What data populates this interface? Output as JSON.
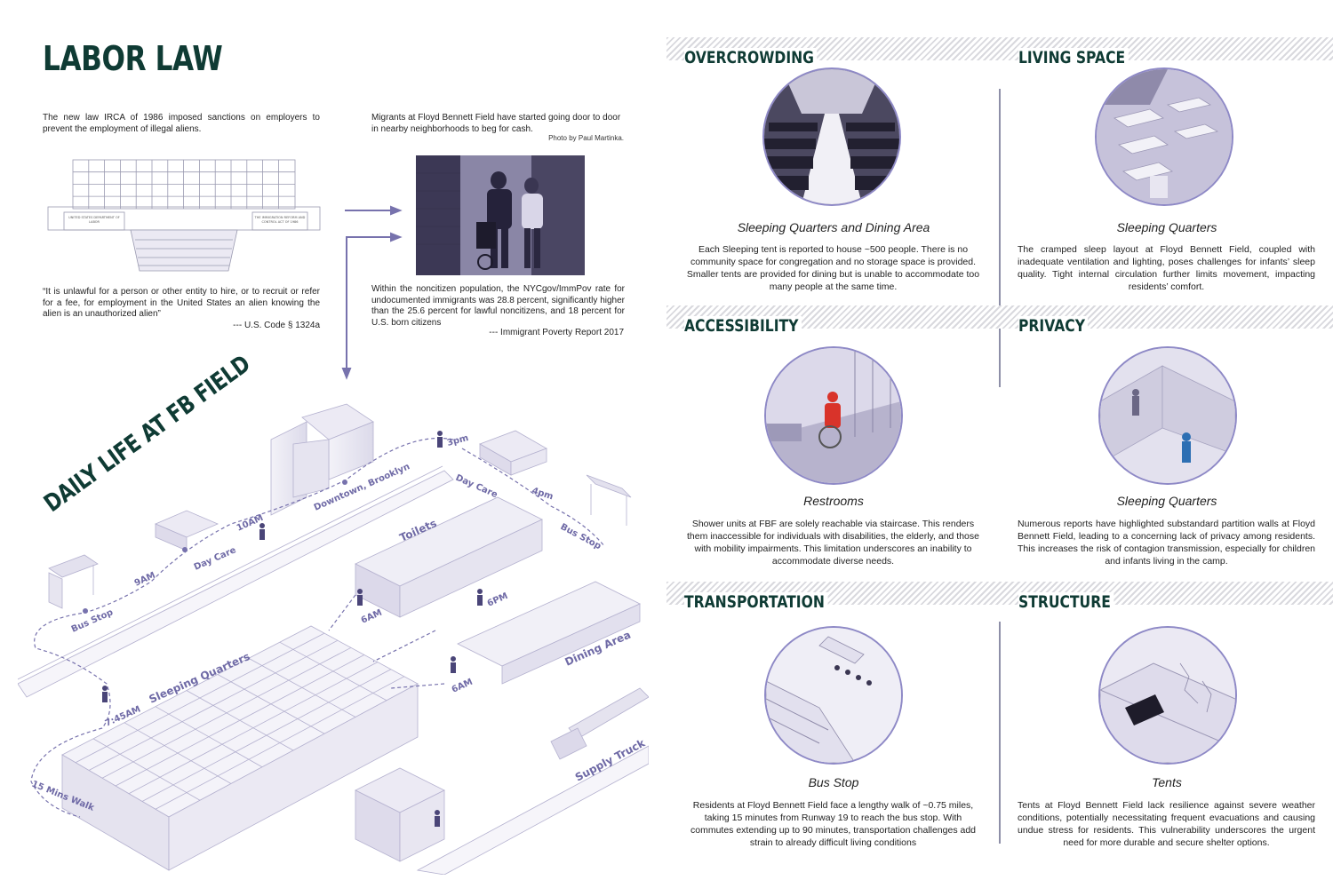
{
  "left": {
    "title": "LABOR LAW",
    "irca_text": "The new law IRCA of 1986 imposed sanctions on employers to prevent the employment of illegal aliens.",
    "building_signs": {
      "left": "UNITED STATES DEPARTMENT OF LABOR",
      "right": "THE IMMIGRATION REFORM AND CONTROL ACT OF 1986"
    },
    "quote": "“It is unlawful for a person or other entity to hire, or to recruit or refer for a fee, for employment in the United States an alien knowing the alien is an unauthorized alien”",
    "quote_source": "--- U.S. Code § 1324a",
    "migrants_text": "Migrants at Floyd Bennett Field have started going door to door in nearby neighborhoods to beg for cash.",
    "photo_credit": "Photo by Paul Martinka.",
    "poverty_text": "Within the noncitizen population, the NYCgov/ImmPov rate for undocumented immigrants was 28.8 percent, significantly higher than the 25.6 percent for lawful noncitizens, and 18 percent for U.S. born citizens",
    "poverty_source": "--- Immigrant Poverty Report 2017",
    "daily_title": "DAILY LIFE AT FB FIELD"
  },
  "diagram": {
    "labels": {
      "downtown": "Downtown, Brooklyn",
      "t3pm": "3pm",
      "daycare_top": "Day Care",
      "t4pm": "4pm",
      "busstop_right": "Bus Stop",
      "t10am": "10AM",
      "daycare_left": "Day Care",
      "t9am": "9AM",
      "busstop_left": "Bus Stop",
      "toilets": "Toilets",
      "t6pm": "6PM",
      "t6am_a": "6AM",
      "dining": "Dining Area",
      "t6am_b": "6AM",
      "sleeping": "Sleeping Quarters",
      "t745am": "7:45AM",
      "walk": "15 Mins Walk",
      "supply": "Supply Truck"
    }
  },
  "sections": [
    {
      "title": "OVERCROWDING",
      "caption": "Sleeping Quarters and Dining Area",
      "text": "Each Sleeping tent is reported to house ~500 people. There is no community space for congregation and no storage space is provided. Smaller tents are provided for dining but is unable to accommodate too many people at the same time."
    },
    {
      "title": "LIVING SPACE",
      "caption": "Sleeping Quarters",
      "text": "The cramped sleep layout at Floyd Bennett Field, coupled with inadequate ventilation and lighting, poses challenges for infants’ sleep quality. Tight internal circulation further limits movement, impacting residents’ comfort."
    },
    {
      "title": "ACCESSIBILITY",
      "caption": "Restrooms",
      "text": "Shower units at FBF are solely reachable via staircase. This renders them inaccessible for individuals with disabilities, the elderly, and those with mobility impairments. This limitation underscores an inability to accommodate diverse needs."
    },
    {
      "title": "PRIVACY",
      "caption": "Sleeping Quarters",
      "text": "Numerous reports have highlighted substandard partition walls at Floyd Bennett Field, leading to a concerning lack of privacy among residents. This increases the risk of contagion transmission, especially for children and infants living in the camp."
    },
    {
      "title": "TRANSPORTATION",
      "caption": "Bus Stop",
      "text": "Residents at Floyd Bennett Field face a lengthy walk of ~0.75 miles, taking 15 minutes from Runway 19 to reach the bus stop. With commutes extending up to 90 minutes, transportation challenges add strain to already difficult living conditions"
    },
    {
      "title": "STRUCTURE",
      "caption": "Tents",
      "text": "Tents at Floyd Bennett Field lack resilience against severe weather conditions, potentially necessitating frequent evacuations and causing undue stress for residents. This vulnerability underscores the urgent need for more durable and secure shelter options."
    }
  ],
  "colors": {
    "title": "#0f3b34",
    "accent": "#8e89c6",
    "diagram": "#6f6aa6"
  }
}
